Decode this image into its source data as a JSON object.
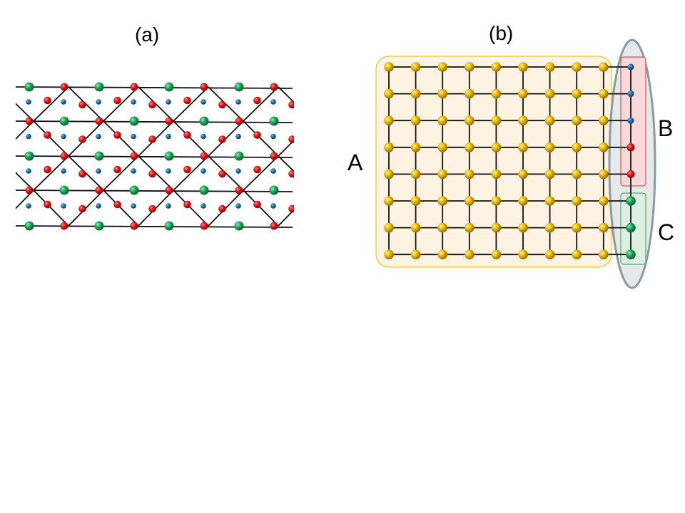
{
  "panels": {
    "a": {
      "title": "(a)"
    },
    "b": {
      "title": "(b)"
    }
  },
  "regions": {
    "A": {
      "label": "A",
      "fill": "#fdf3e2",
      "stroke": "#f0c419"
    },
    "B": {
      "label": "B",
      "fill": "#f7d9d9",
      "stroke": "#e05555"
    },
    "C": {
      "label": "C",
      "fill": "#dcefe1",
      "stroke": "#4caf6d"
    },
    "ellipse": {
      "fill": "#e6e9eb",
      "stroke": "#8a9aa3"
    }
  },
  "colors": {
    "green_atom": "#19a356",
    "red_atom": "#e01515",
    "blue_atom": "#1a6fa8",
    "gold_atom": "#e8b800",
    "bond": "#111111"
  },
  "lattice_b": {
    "rows": 8,
    "cols_A": 9,
    "edge_column": [
      "blue",
      "blue",
      "blue",
      "red",
      "red",
      "green",
      "green",
      "green"
    ]
  }
}
